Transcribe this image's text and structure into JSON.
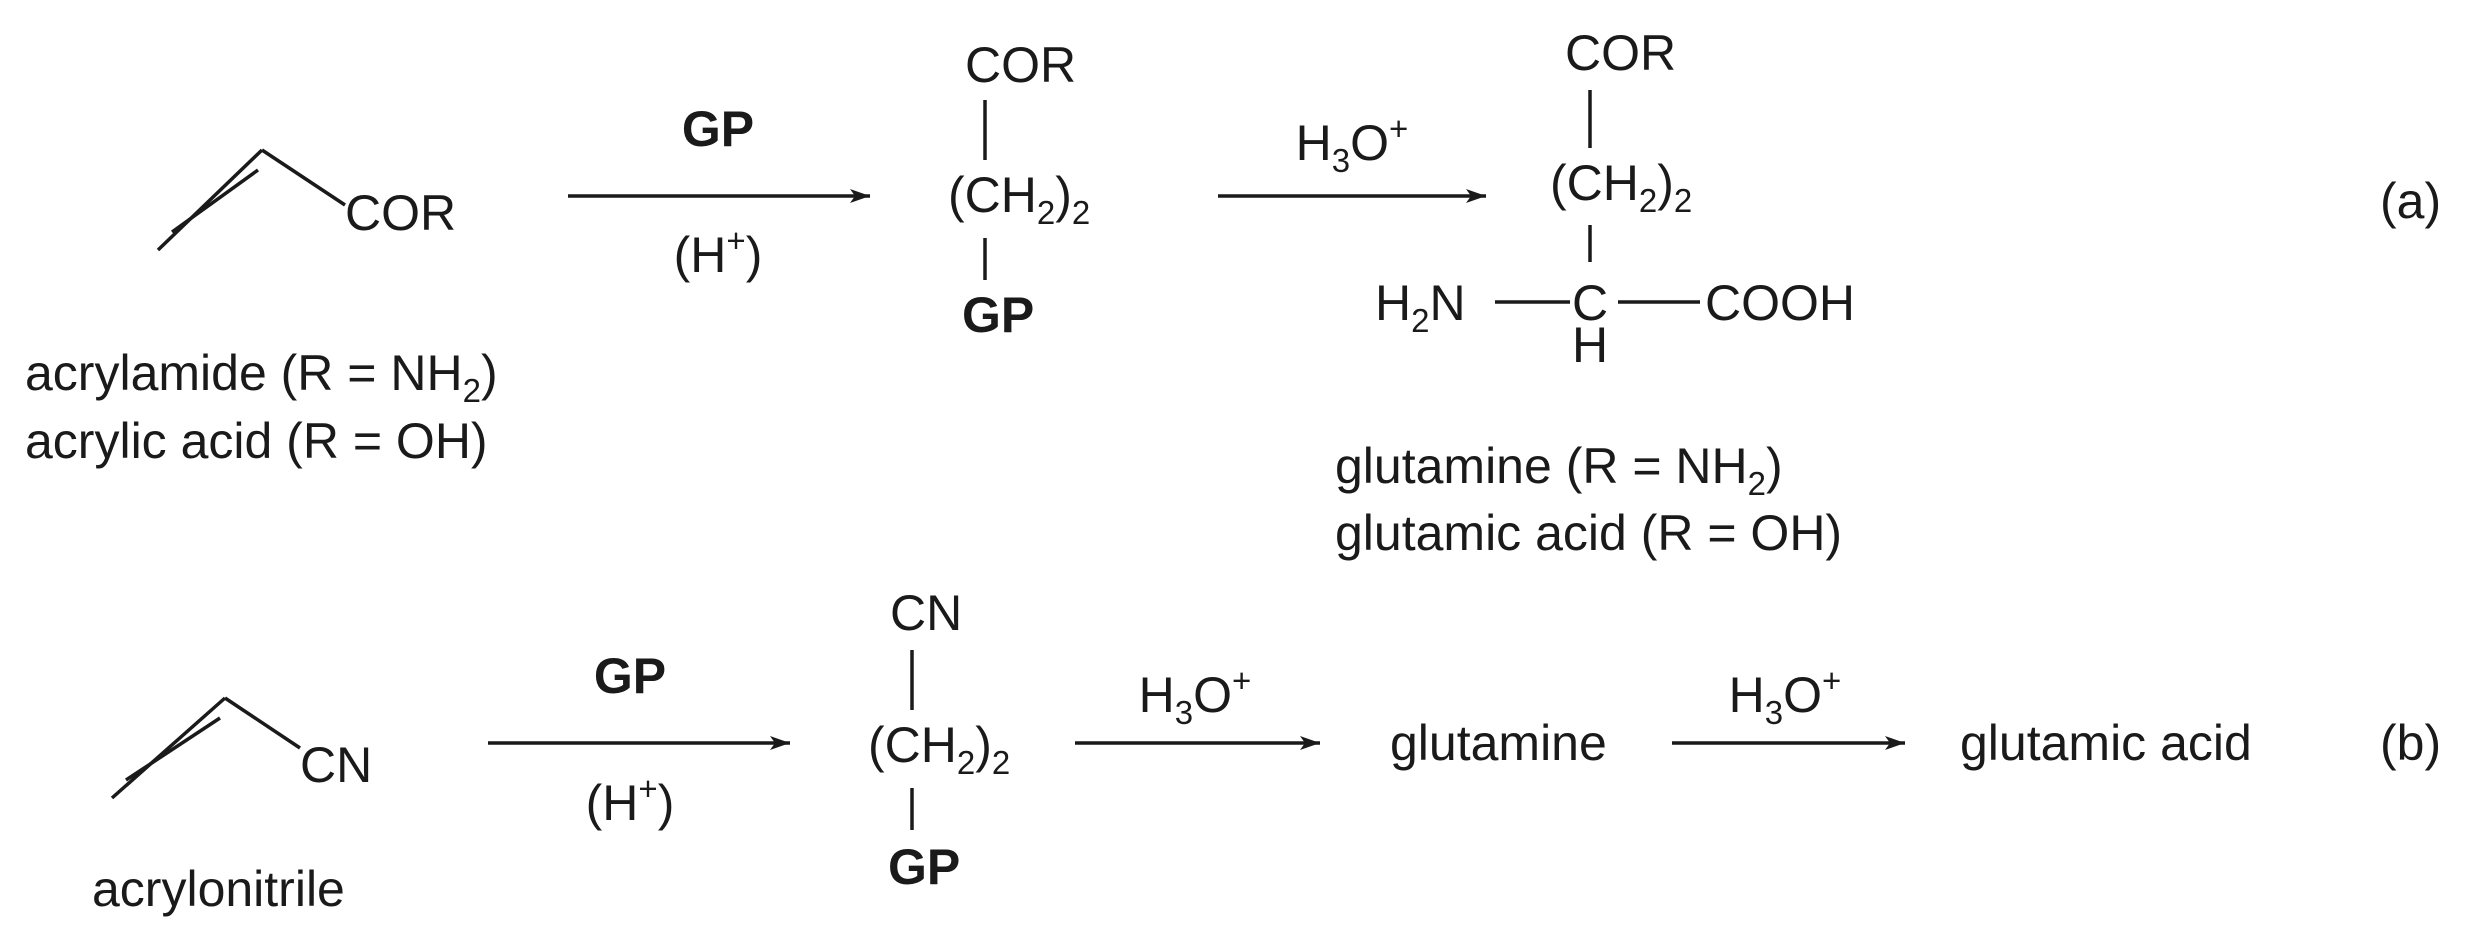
{
  "scheme_a": {
    "label": "(a)",
    "reactant": {
      "group": "COR",
      "names": [
        {
          "text": "acrylamide (R = NH",
          "sub": "2",
          "tail": ")"
        },
        {
          "text": "acrylic acid (R = OH)"
        }
      ]
    },
    "step1": {
      "reagent": "GP",
      "condition_open": "(H",
      "condition_sup": "+",
      "condition_close": ")"
    },
    "intermediate": {
      "top": "COR",
      "chain_open": "(CH",
      "chain_sub_h": "2",
      "chain_close": ")",
      "chain_sub_n": "2",
      "bottom": "GP"
    },
    "step2": {
      "reagent_main": "H",
      "reagent_sub": "3",
      "reagent_o": "O",
      "reagent_sup": "+"
    },
    "product": {
      "top": "COR",
      "chain_open": "(CH",
      "chain_sub_h": "2",
      "chain_close": ")",
      "chain_sub_n": "2",
      "amine_h": "H",
      "amine_sub": "2",
      "amine_n": "N",
      "center": "C",
      "center_h": "H",
      "acid": "COOH",
      "names": [
        {
          "text": "glutamine (R = NH",
          "sub": "2",
          "tail": ")"
        },
        {
          "text": "glutamic acid (R = OH)"
        }
      ]
    }
  },
  "scheme_b": {
    "label": "(b)",
    "reactant": {
      "group": "CN",
      "name": "acrylonitrile"
    },
    "step1": {
      "reagent": "GP",
      "condition_open": "(H",
      "condition_sup": "+",
      "condition_close": ")"
    },
    "intermediate": {
      "top": "CN",
      "chain_open": "(CH",
      "chain_sub_h": "2",
      "chain_close": ")",
      "chain_sub_n": "2",
      "bottom": "GP"
    },
    "step2": {
      "reagent_main": "H",
      "reagent_sub": "3",
      "reagent_o": "O",
      "reagent_sup": "+"
    },
    "product1": "glutamine",
    "step3": {
      "reagent_main": "H",
      "reagent_sub": "3",
      "reagent_o": "O",
      "reagent_sup": "+"
    },
    "product2": "glutamic acid"
  }
}
